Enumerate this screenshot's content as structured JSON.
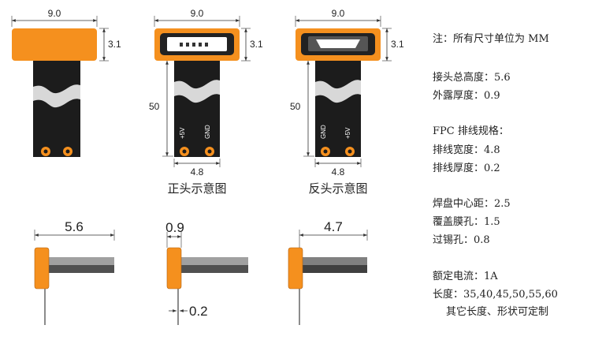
{
  "colors": {
    "orange": "#f5901e",
    "fpc": "#1c1c1c",
    "pad": "#f5901e",
    "stripe": "#d8d8d8",
    "cable_light": "#a0a0a0",
    "cable_dark": "#505050",
    "line": "#333333"
  },
  "top_views": {
    "dim_width": "9.0",
    "dim_height": "3.1",
    "dim_length": "50",
    "dim_fpc_width": "4.8",
    "pin_plus": "+5V",
    "pin_gnd": "GND",
    "caption_front": "正头示意图",
    "caption_back": "反头示意图"
  },
  "side_views": {
    "dim_total_height": "5.6",
    "dim_exposed": "0.9",
    "dim_thickness": "0.2",
    "dim_4_7": "4.7"
  },
  "specs": {
    "note": "注：所有尺寸单位为 MM",
    "total_height": "接头总高度：5.6",
    "exposed_thickness": "外露厚度：0.9",
    "fpc_spec_title": "FPC 排线规格：",
    "fpc_width": "排线宽度：4.8",
    "fpc_thickness": "排线厚度：0.2",
    "pad_pitch": "焊盘中心距：2.5",
    "coverlay_hole": "覆盖膜孔：1.5",
    "via_hole": "过锡孔：0.8",
    "rated_current": "额定电流：1A",
    "length": "长度：35,40,45,50,55,60",
    "custom": "其它长度、形状可定制"
  }
}
